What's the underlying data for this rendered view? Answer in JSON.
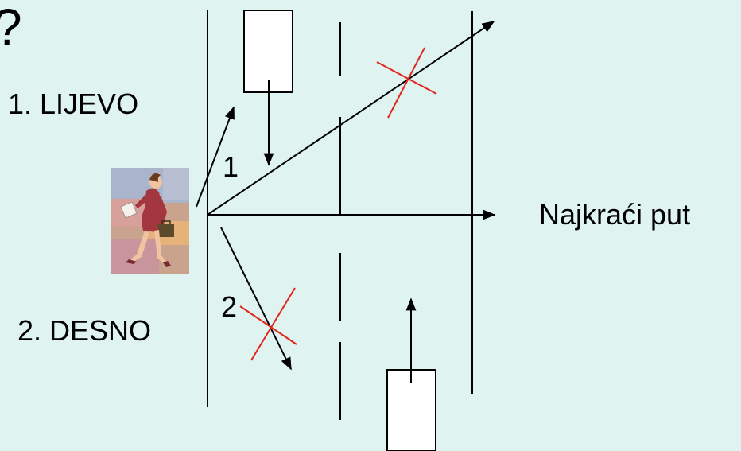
{
  "question_mark": "?",
  "labels": {
    "left": "1. LIJEVO",
    "right": "2. DESNO",
    "shortest": "Najkraći put",
    "path1": "1",
    "path2": "2"
  },
  "figure": "woman-walking-with-briefcase",
  "colors": {
    "background": "#dff3f1",
    "lines": "#000000",
    "cross": "#e0261c",
    "car_fill": "#ffffff"
  }
}
